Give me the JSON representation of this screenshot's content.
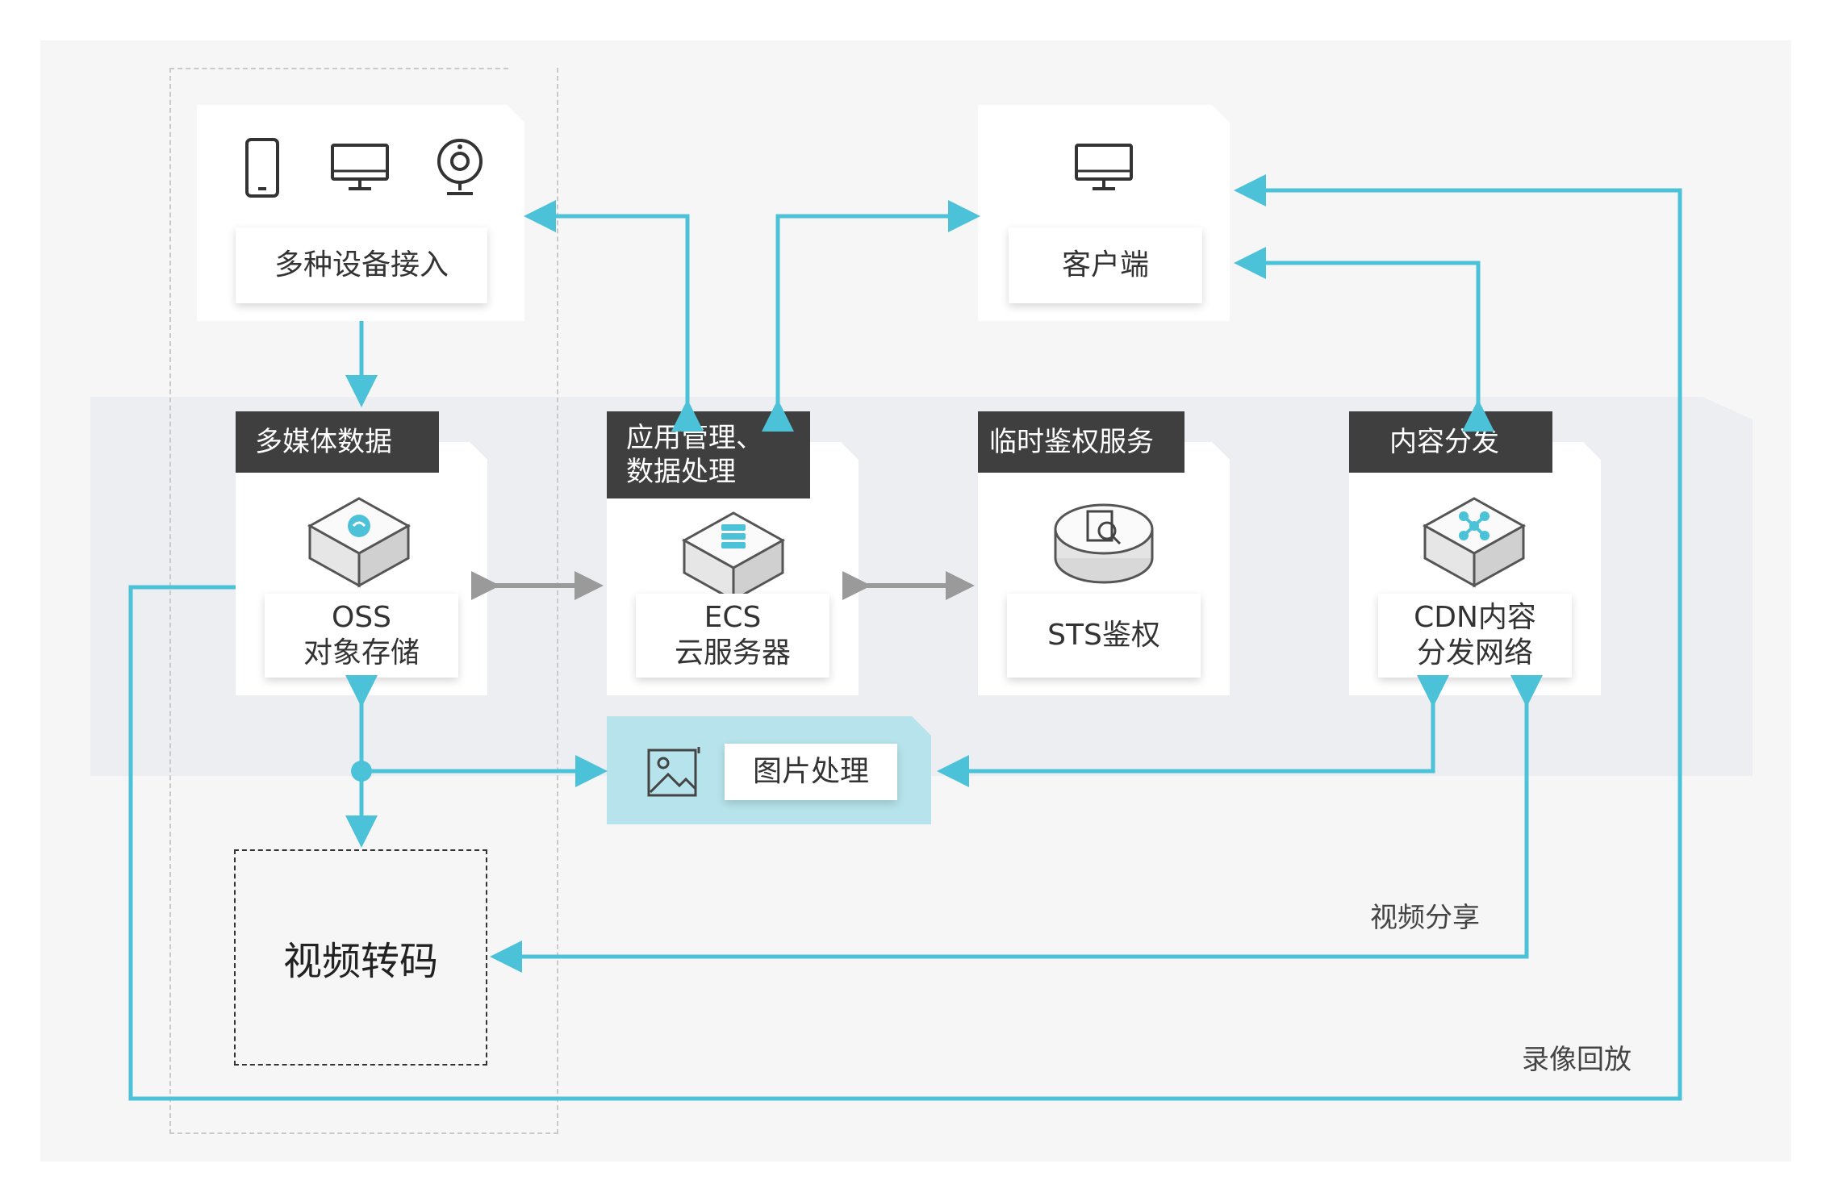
{
  "colors": {
    "arrow": "#4cc2d8",
    "gray_arrow": "#9a9a9a",
    "header_bg": "#3f3f3f",
    "panel": "#b7e3ec"
  },
  "devices": {
    "label": "多种设备接入",
    "icons": [
      "phone-icon",
      "monitor-icon",
      "webcam-icon"
    ]
  },
  "client": {
    "label": "客户端",
    "icon": "monitor-icon"
  },
  "services": [
    {
      "header": "多媒体数据",
      "label": "OSS\n对象存储",
      "icon": "cloud-cube-icon"
    },
    {
      "header": "应用管理、\n数据处理",
      "label": "ECS\n云服务器",
      "icon": "server-cube-icon"
    },
    {
      "header": "临时鉴权服务",
      "label": "STS鉴权",
      "icon": "auth-search-icon"
    },
    {
      "header": "内容分发",
      "label": "CDN内容\n分发网络",
      "icon": "network-cube-icon"
    }
  ],
  "image_processing": {
    "label": "图片处理",
    "icon": "image-icon"
  },
  "video_transcode": {
    "label": "视频转码"
  },
  "flow_labels": {
    "video_share": "视频分享",
    "playback": "录像回放"
  }
}
